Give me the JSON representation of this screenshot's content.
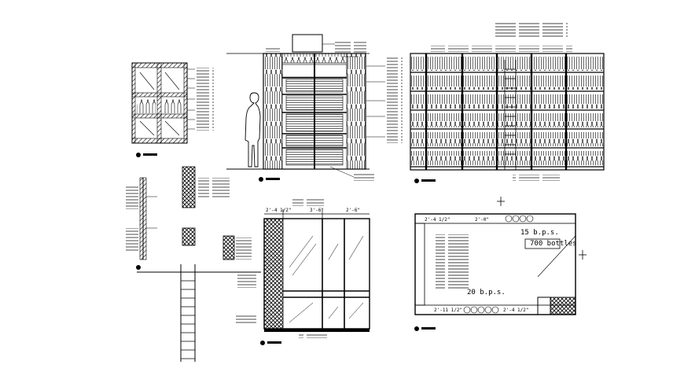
{
  "drawing": {
    "capacity_bottles": "700 bottles",
    "top_count_label": "15 b.p.s.",
    "bottom_count_label": "20 b.p.s.",
    "dim_left_top": "2'-4 1/2\"",
    "dim_right_top": "2'-0\"",
    "dim_bottom_left": "2'-11 1/2\"",
    "dim_bottom_right": "2'-4 1/2\"",
    "dim_door_a": "2'-4 1/2\"",
    "dim_door_b": "3'-6\"",
    "dim_door_c": "2'-6\""
  },
  "colors": {
    "ink": "#000000",
    "paper": "#ffffff",
    "hatch": "#444444"
  }
}
